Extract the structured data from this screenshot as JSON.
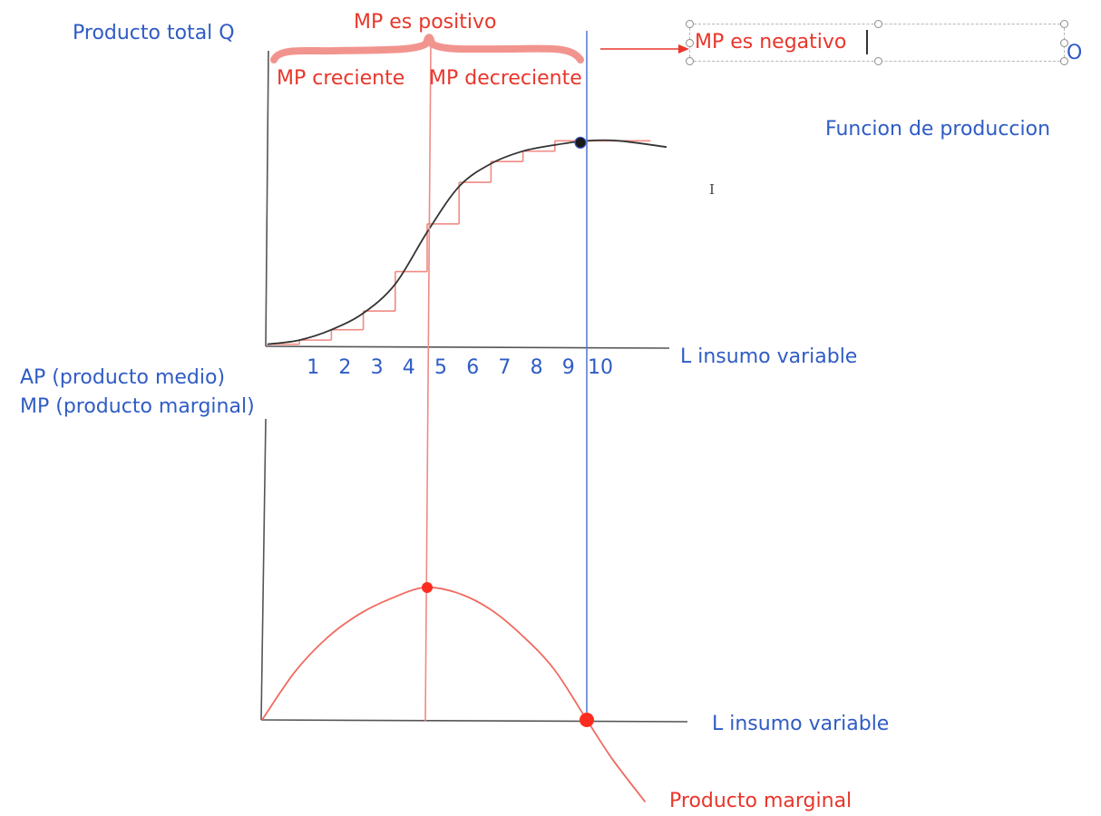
{
  "labels": {
    "top_y_axis": "Producto total Q",
    "mp_positive": "MP es positivo",
    "mp_increasing": "MP creciente",
    "mp_decreasing": "MP decreciente",
    "mp_negative": "MP es negativo",
    "edge_glyph": "O",
    "production_function": "Funcion de produccion",
    "top_x_axis": "L insumo variable",
    "bottom_y_axis_ap": "AP (producto medio)",
    "bottom_y_axis_mp": "MP (producto marginal)",
    "bottom_x_axis": "L insumo variable",
    "marginal_product": "Producto marginal",
    "cursor": "I"
  },
  "colors": {
    "blue_text": "#2f5cc5",
    "red_text": "#e8362b",
    "curve": "#333333",
    "red_line": "#f08a84",
    "brace": "#f2948e",
    "blue_line": "#5a7fd6",
    "dot_red": "#ff2b1f"
  },
  "chart_data": [
    {
      "type": "line",
      "title": "",
      "xlabel": "L insumo variable",
      "ylabel": "Producto total Q",
      "x_ticks": [
        "1",
        "2",
        "3",
        "4",
        "5",
        "6",
        "7",
        "8",
        "9",
        "10"
      ],
      "xlim": [
        0,
        12.5
      ],
      "ylim": [
        0,
        1
      ],
      "series": [
        {
          "name": "Funcion de produccion",
          "x": [
            0,
            1,
            2,
            3,
            4,
            5,
            6,
            7,
            8,
            9,
            10,
            11,
            12.5
          ],
          "y": [
            0.01,
            0.03,
            0.08,
            0.16,
            0.3,
            0.55,
            0.77,
            0.88,
            0.94,
            0.97,
            0.99,
            0.99,
            0.96
          ]
        }
      ],
      "steps": [
        {
          "x": [
            0,
            1
          ],
          "y": 0.01
        },
        {
          "x": [
            1,
            2
          ],
          "y": 0.03
        },
        {
          "x": [
            2,
            3
          ],
          "y": 0.08
        },
        {
          "x": [
            3,
            4
          ],
          "y": 0.17
        },
        {
          "x": [
            4,
            5
          ],
          "y": 0.36
        },
        {
          "x": [
            5,
            6
          ],
          "y": 0.59
        },
        {
          "x": [
            6,
            7
          ],
          "y": 0.79
        },
        {
          "x": [
            7,
            8
          ],
          "y": 0.89
        },
        {
          "x": [
            8,
            9
          ],
          "y": 0.94
        },
        {
          "x": [
            9,
            12
          ],
          "y": 0.99
        }
      ],
      "marked_point": {
        "x": 10,
        "y": 0.99
      },
      "regions": [
        {
          "label": "MP es positivo",
          "from": 0,
          "to": 10
        },
        {
          "label": "MP creciente",
          "from": 0,
          "to": 5
        },
        {
          "label": "MP decreciente",
          "from": 5,
          "to": 10
        },
        {
          "label": "MP es negativo",
          "from": 10,
          "to": 12.5
        }
      ]
    },
    {
      "type": "line",
      "title": "",
      "xlabel": "L insumo variable",
      "ylabel": "AP (producto medio) MP (producto marginal)",
      "xlim": [
        0,
        12.5
      ],
      "ylim": [
        -0.7,
        1
      ],
      "series": [
        {
          "name": "Producto marginal",
          "x": [
            0,
            1,
            2,
            3,
            4,
            5,
            6,
            7,
            8,
            9,
            10,
            10.8,
            11.8
          ],
          "y": [
            0,
            0.36,
            0.62,
            0.8,
            0.92,
            1.0,
            0.96,
            0.84,
            0.64,
            0.38,
            0,
            -0.3,
            -0.62
          ]
        }
      ],
      "marked_points": [
        {
          "x": 5,
          "y": 1.0
        },
        {
          "x": 10,
          "y": 0
        }
      ]
    }
  ]
}
